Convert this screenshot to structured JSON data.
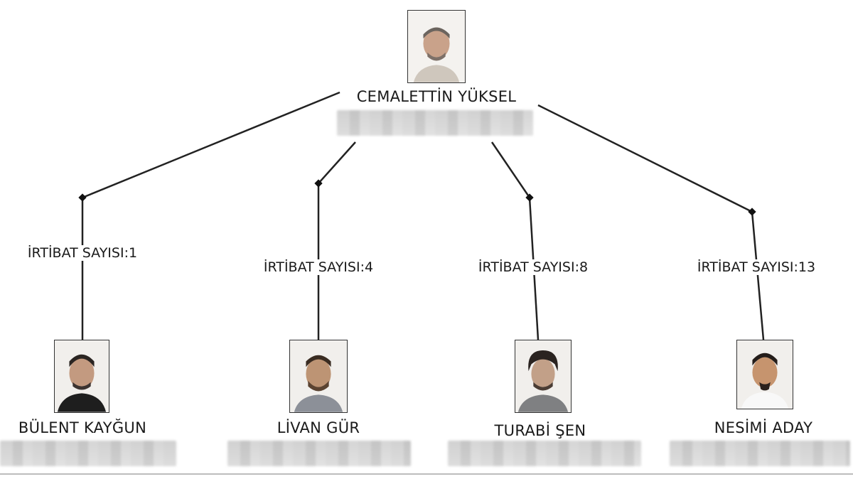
{
  "root": {
    "name": "CEMALETTİN YÜKSEL"
  },
  "children": [
    {
      "name": "BÜLENT KAYĞUN",
      "link_label": "İRTİBAT SAYISI:1"
    },
    {
      "name": "LİVAN GÜR",
      "link_label": "İRTİBAT SAYISI:4"
    },
    {
      "name": "TURABİ ŞEN",
      "link_label": "İRTİBAT SAYISI:8"
    },
    {
      "name": "NESİMİ ADAY",
      "link_label": "İRTİBAT SAYISI:13"
    }
  ]
}
